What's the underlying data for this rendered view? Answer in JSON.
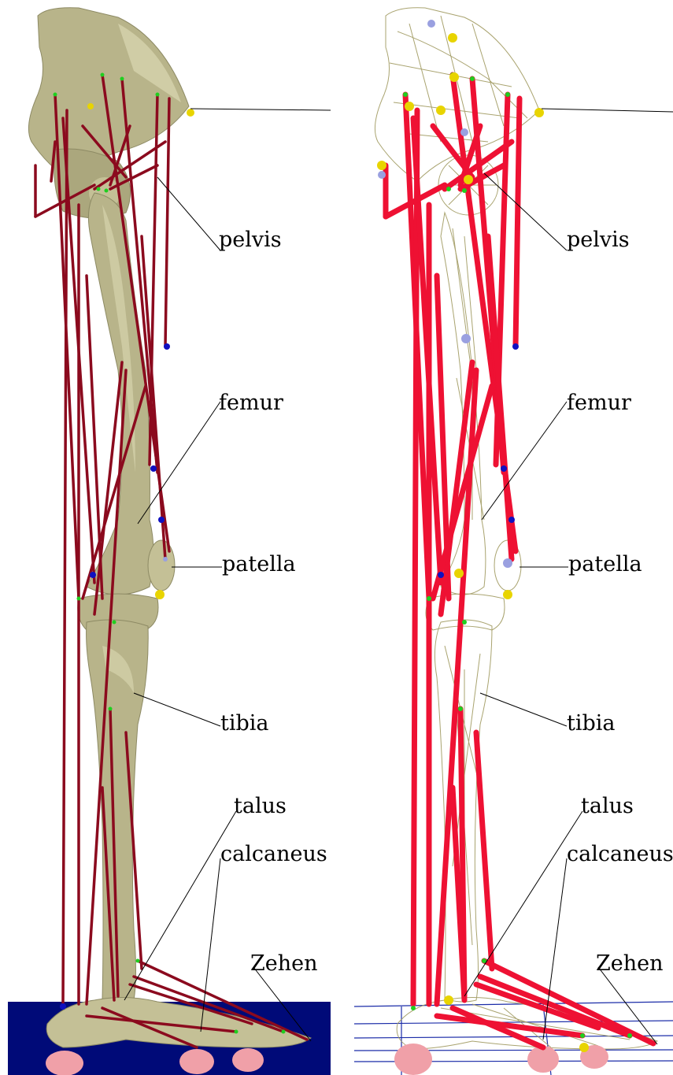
{
  "labels": {
    "pelvis": "pelvis",
    "femur": "femur",
    "patella": "patella",
    "tibia": "tibia",
    "talus": "talus",
    "calcaneus": "calcaneus",
    "zehen": "Zehen"
  },
  "colors": {
    "bone": "#b8b48a",
    "bone_light": "#d6d3ac",
    "bone_dark": "#8d8a64",
    "muscle_dark": "#8b0a1e",
    "muscle_red": "#ee1133",
    "wire": "#a09a60",
    "floor": "#000a78",
    "floor_lines": "#1b2ca8",
    "foot_contact": "#f0a0a8",
    "marker_green": "#1fcf1f",
    "marker_blue": "#1010c0",
    "marker_lightblue": "#9aa0e0",
    "marker_yellow": "#e8d400"
  },
  "icons": {
    "green_marker": "marker-green",
    "blue_marker": "marker-blue",
    "yellow_marker": "marker-yellow"
  }
}
